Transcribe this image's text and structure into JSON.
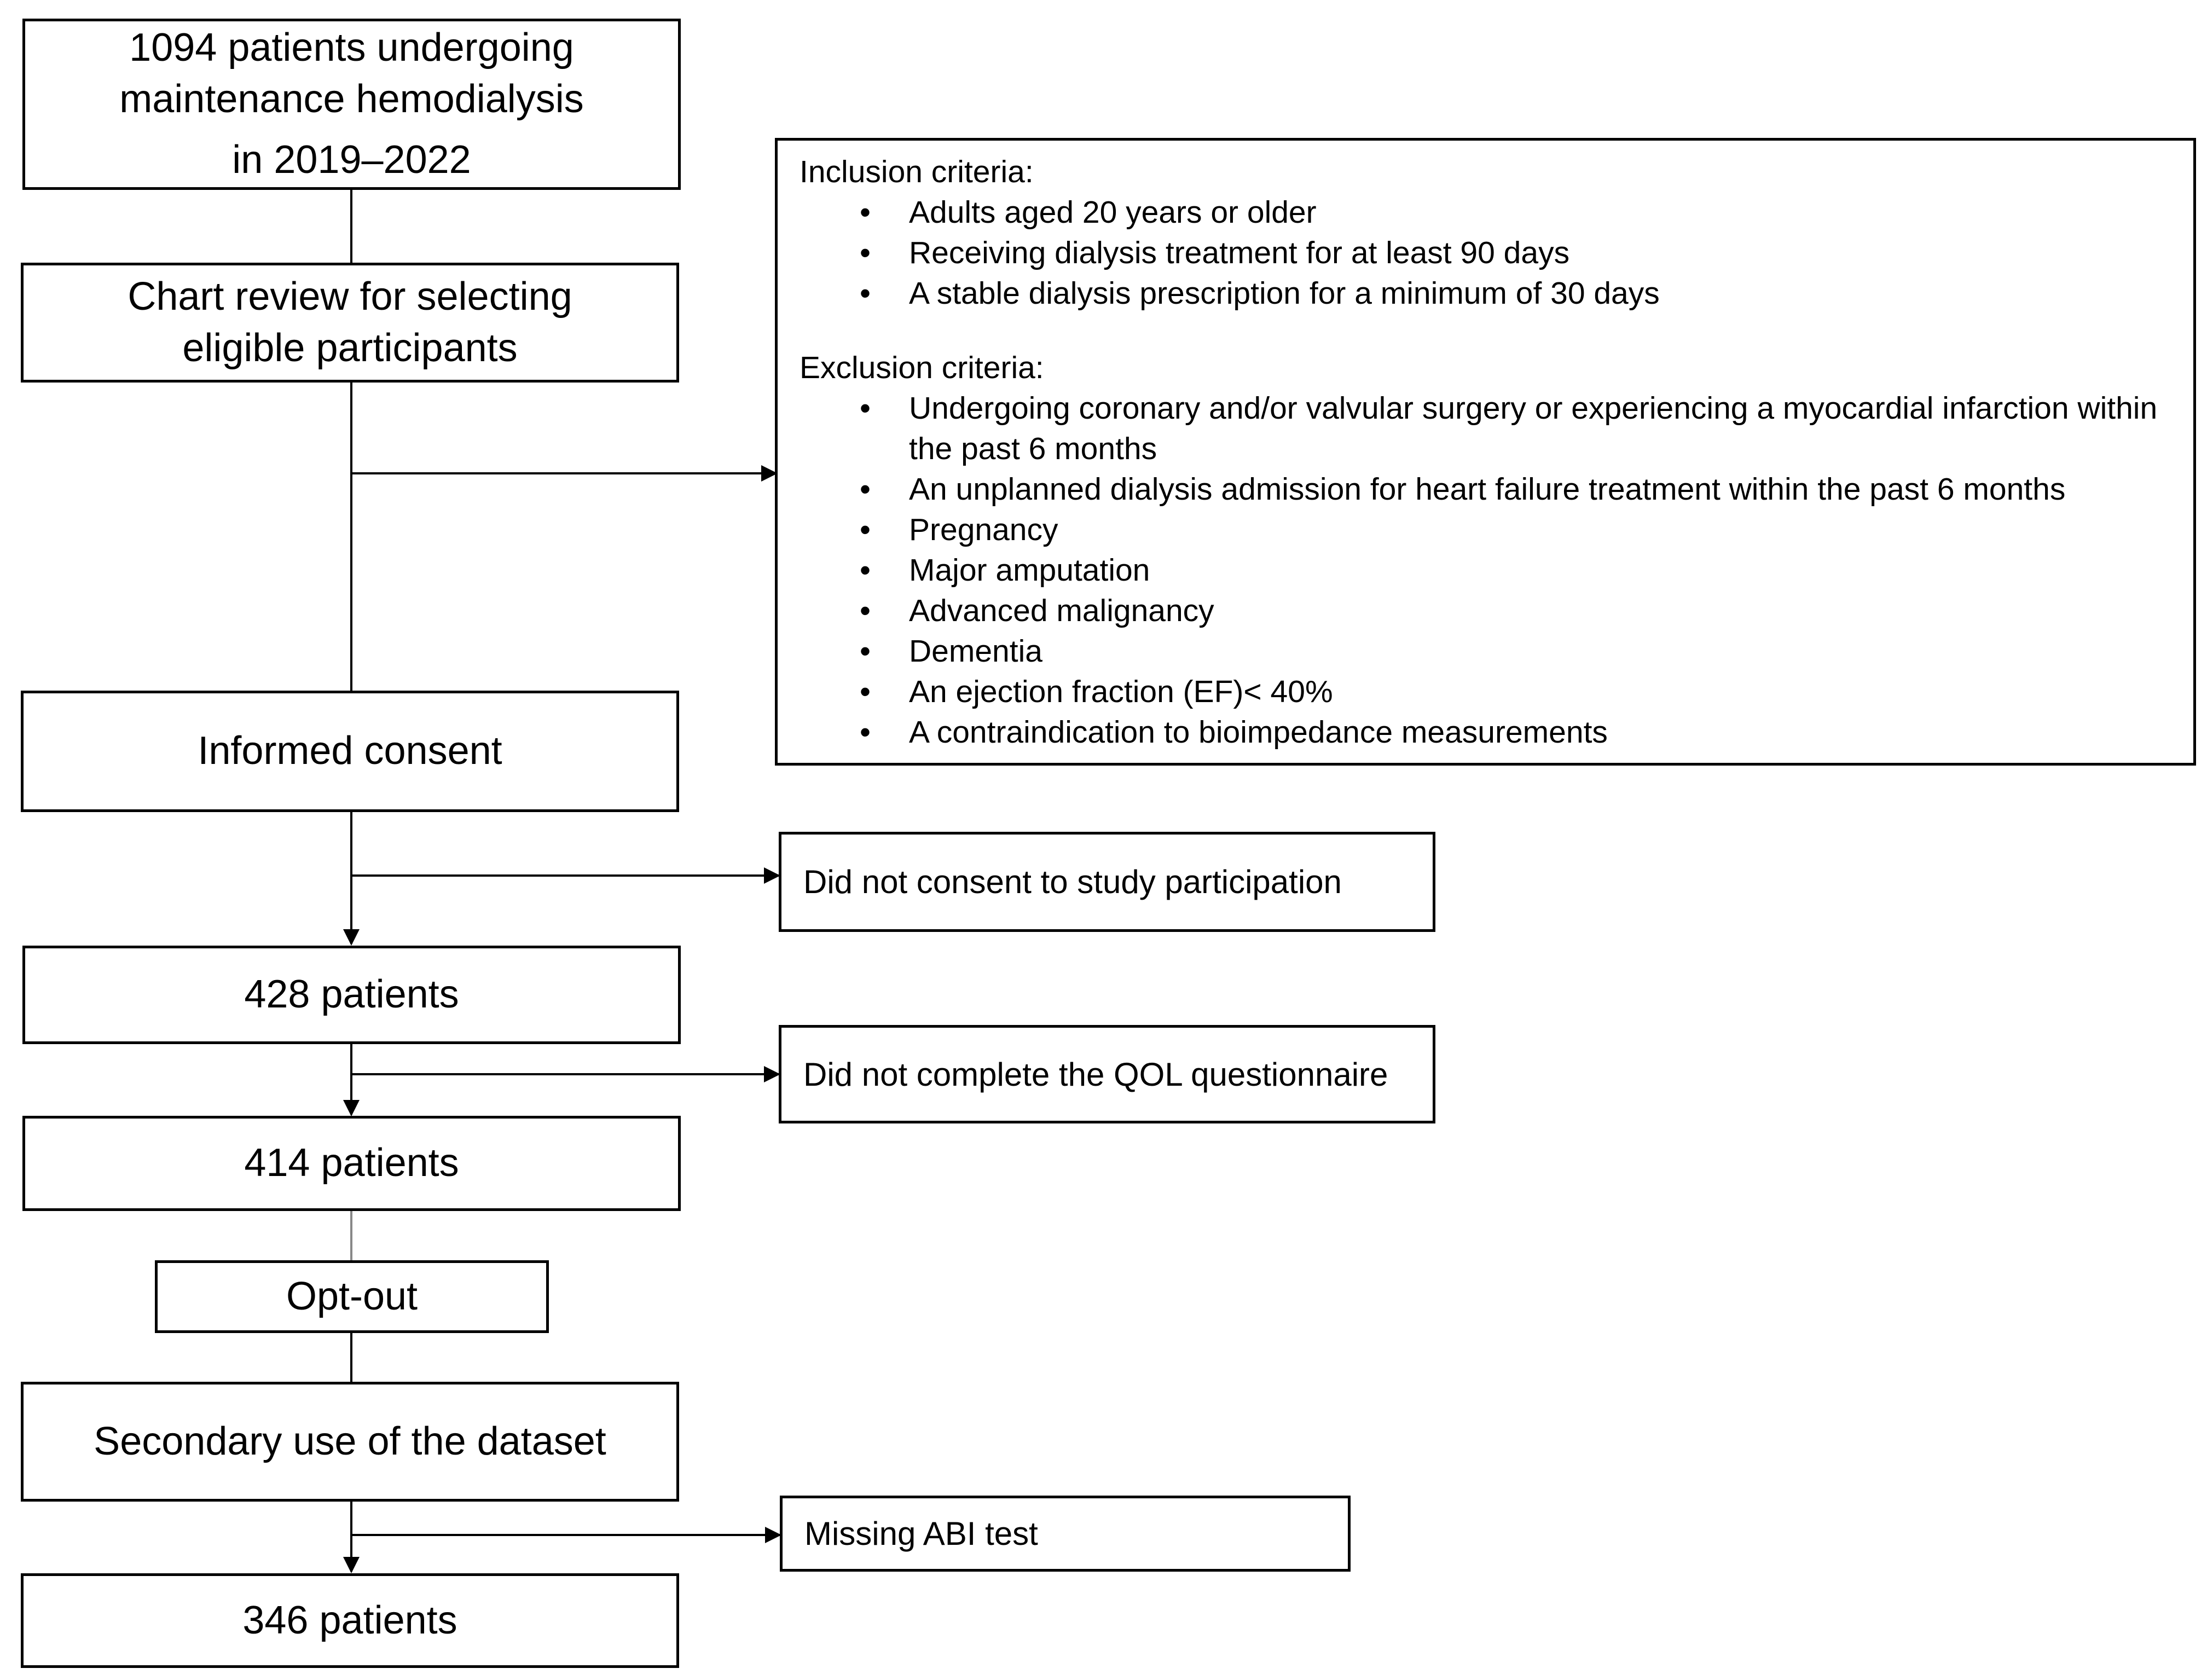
{
  "boxes": {
    "start": [
      "1094 patients undergoing",
      "maintenance hemodialysis",
      "in 2019–2022"
    ],
    "chart_review": [
      "Chart review for selecting",
      "eligible participants"
    ],
    "informed_consent": "Informed consent",
    "n428": "428 patients",
    "n414": "414 patients",
    "opt_out": "Opt-out",
    "secondary_use": "Secondary use of the dataset",
    "n346": "346 patients"
  },
  "criteria": {
    "inclusion_title": "Inclusion criteria:",
    "inclusion": [
      "Adults aged 20 years or older",
      "Receiving dialysis treatment for at least 90 days",
      "A stable dialysis prescription for a minimum of 30 days"
    ],
    "exclusion_title": "Exclusion criteria:",
    "exclusion": [
      "Undergoing coronary and/or valvular surgery or experiencing a myocardial infarction within the past 6 months",
      "An unplanned dialysis admission for heart failure treatment within the past 6 months",
      "Pregnancy",
      "Major amputation",
      "Advanced malignancy",
      "Dementia",
      "An ejection fraction (EF)< 40%",
      "A contraindication to bioimpedance measurements"
    ]
  },
  "exclusions": {
    "no_consent": "Did not consent to study participation",
    "no_qol": "Did not complete the QOL questionnaire",
    "missing_abi": "Missing ABI test"
  }
}
